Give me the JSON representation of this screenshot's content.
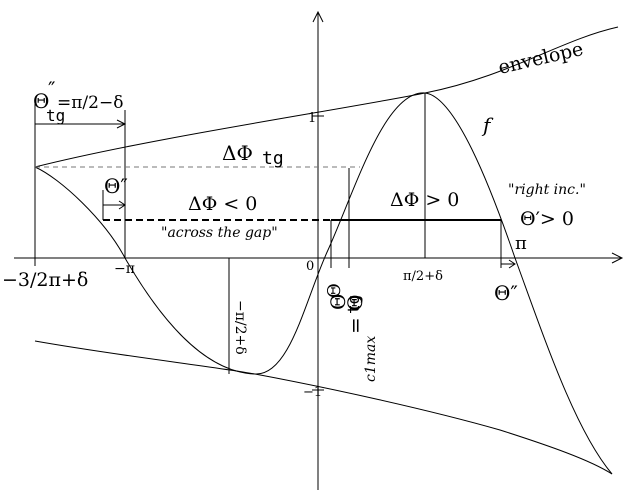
{
  "labels": {
    "envelope": "envelope",
    "f": "f",
    "theta_tg_pp_main": "Θ",
    "theta_tg_pp_primes": "″",
    "theta_tg_pp_sub": "tg",
    "theta_tg_pp_eq": "=π/2−δ",
    "delta_phi_tg_main": "ΔΦ",
    "delta_phi_tg_sub": "tg",
    "theta_pp_left": "Θ″",
    "delta_phi_neg": "ΔΦ < 0",
    "across_gap": "\"across the gap\"",
    "delta_phi_pos": "ΔΦ > 0",
    "right_inc": "\"right inc.\"",
    "theta_p_pos": "Θ′> 0",
    "tick_y_one": "1",
    "tick_y_minus_one": "−1",
    "origin": "0",
    "tick_minus_pi": "−π",
    "tick_pi": "π",
    "tick_pi2_delta": "π/2+δ",
    "tick_left_end": "−3/2π+δ",
    "tick_minus_pi2_delta": "−π/2+δ",
    "theta_p_main": "Θ",
    "theta_p_sub": "tg",
    "theta_p_rest": "= Θ",
    "theta_p_sub2": "c1max",
    "theta_pp_right": "Θ″"
  }
}
